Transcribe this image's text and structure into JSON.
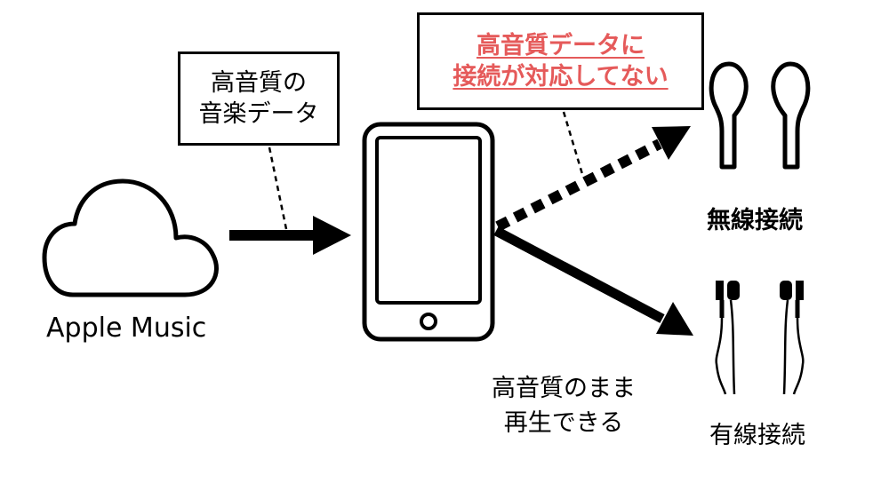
{
  "source": {
    "label": "Apple Music",
    "icon": "cloud-icon"
  },
  "note_box": {
    "line1": "高音質の",
    "line2": "音楽データ"
  },
  "device": {
    "icon": "smartphone-icon"
  },
  "warning_box": {
    "line1": "高音質データに",
    "line2": "接続が対応してない",
    "color": "#e55a5a"
  },
  "wireless": {
    "label": "無線接続",
    "icon": "wireless-earbuds-icon"
  },
  "wired": {
    "label": "有線接続",
    "icon": "wired-earphones-icon"
  },
  "wired_note": {
    "line1": "高音質のまま",
    "line2": "再生できる"
  }
}
